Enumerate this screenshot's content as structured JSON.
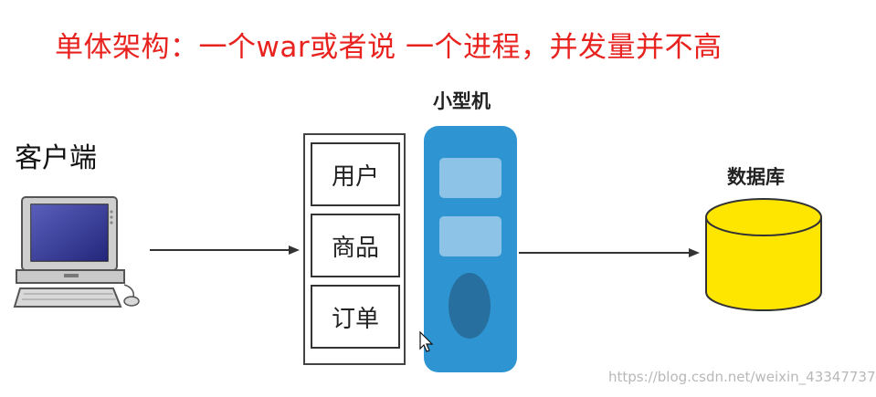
{
  "title": "单体架构：一个war或者说 一个进程，并发量并不高",
  "client": {
    "label": "客户端",
    "icon": "desktop-computer-icon"
  },
  "modules": [
    {
      "label": "用户"
    },
    {
      "label": "商品"
    },
    {
      "label": "订单"
    }
  ],
  "server": {
    "label": "小型机",
    "color": "#2f95d2"
  },
  "database": {
    "label": "数据库",
    "color": "#ffe600"
  },
  "watermark": "https://blog.csdn.net/weixin_43347737",
  "colors": {
    "title": "#e8231f"
  }
}
